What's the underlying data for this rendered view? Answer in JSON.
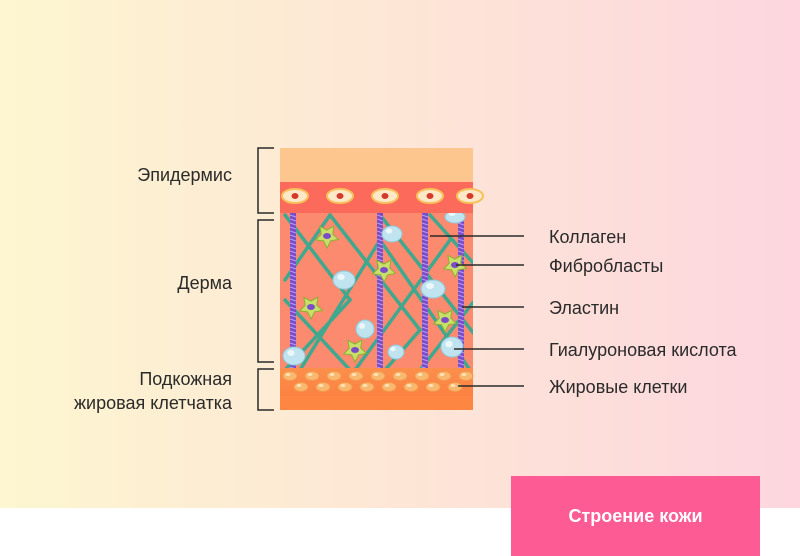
{
  "layers": {
    "epidermis": "Эпидермис",
    "dermis": "Дерма",
    "hypodermis_line1": "Подкожная",
    "hypodermis_line2": "жировая клетчатка"
  },
  "components": {
    "collagen": "Коллаген",
    "fibroblasts": "Фибробласты",
    "elastin": "Эластин",
    "hyaluronic_acid": "Гиалуроновая кислота",
    "fat_cells": "Жировые клетки"
  },
  "title_button": "Строение кожи",
  "colors": {
    "accent": "#fd5b93",
    "epidermis_top": "#fdc68e",
    "dermis": "#fc8a6e",
    "collagen": "#3fa88e",
    "elastin": "#7a4cc8",
    "fat": "#f9b870"
  }
}
